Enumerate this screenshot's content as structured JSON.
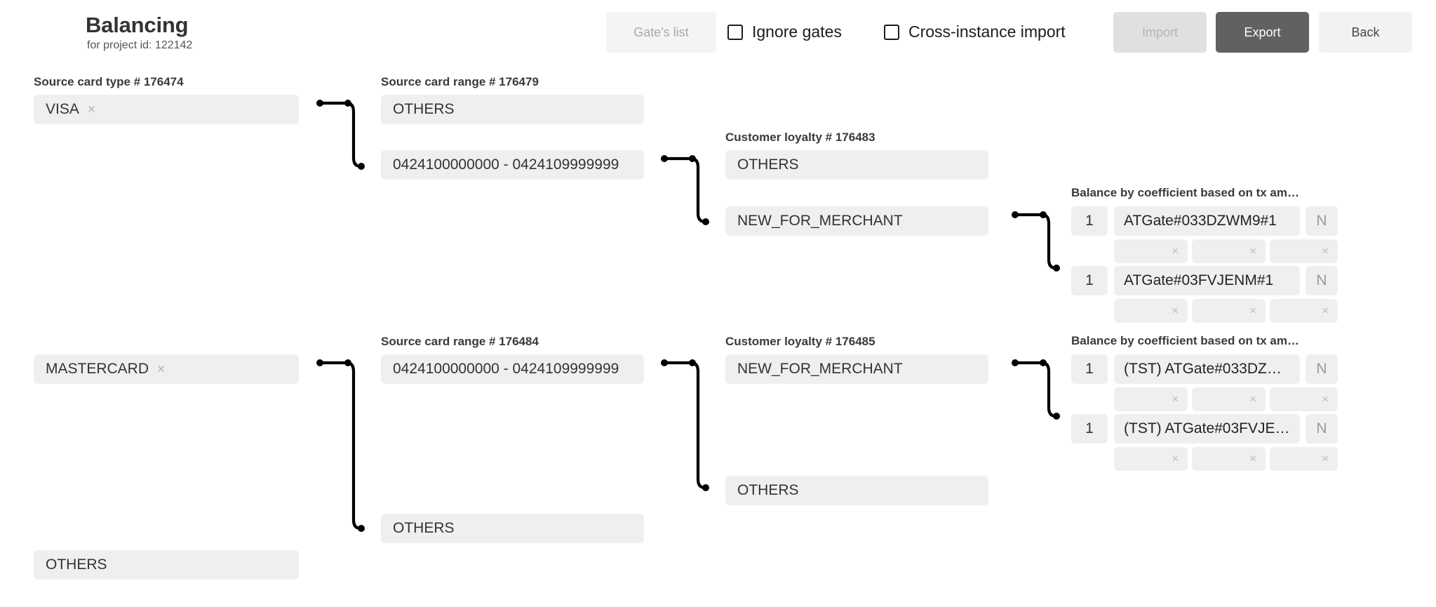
{
  "header": {
    "title": "Balancing",
    "subtitle": "for project id: 122142",
    "gates_list_label": "Gate's list",
    "ignore_gates_label": "Ignore gates",
    "cross_instance_label": "Cross-instance import",
    "import_label": "Import",
    "export_label": "Export",
    "back_label": "Back",
    "ignore_gates_checked": false,
    "cross_instance_checked": false,
    "accent_export_bg": "#616161",
    "field_bg": "#efefef"
  },
  "columns": {
    "card_type": {
      "label": "Source card type # 176474",
      "items": [
        {
          "value": "VISA",
          "remove": "×"
        },
        {
          "value": "MASTERCARD",
          "remove": "×"
        },
        {
          "value": "OTHERS",
          "remove": ""
        }
      ]
    },
    "card_range_1": {
      "label": "Source card range # 176479",
      "items": [
        {
          "value": "OTHERS"
        },
        {
          "value": "0424100000000 - 0424109999999"
        }
      ]
    },
    "card_range_2": {
      "label": "Source card range # 176484",
      "items": [
        {
          "value": "0424100000000 - 0424109999999"
        },
        {
          "value": "OTHERS"
        }
      ]
    },
    "loyalty_1": {
      "label": "Customer loyalty # 176483",
      "items": [
        {
          "value": "OTHERS"
        },
        {
          "value": "NEW_FOR_MERCHANT"
        }
      ]
    },
    "loyalty_2": {
      "label": "Customer loyalty # 176485",
      "items": [
        {
          "value": "NEW_FOR_MERCHANT"
        },
        {
          "value": "OTHERS"
        }
      ]
    },
    "balance_1": {
      "label": "Balance by coefficient based on tx am…",
      "gates": [
        {
          "coefficient": "1",
          "name": "ATGate#033DZWM9#1",
          "flag": "N",
          "sub": [
            "×",
            "×",
            "×"
          ]
        },
        {
          "coefficient": "1",
          "name": "ATGate#03FVJENM#1",
          "flag": "N",
          "sub": [
            "×",
            "×",
            "×"
          ]
        }
      ]
    },
    "balance_2": {
      "label": "Balance by coefficient based on tx am…",
      "gates": [
        {
          "coefficient": "1",
          "name": "(TST) ATGate#033DZ…",
          "flag": "N",
          "sub": [
            "×",
            "×",
            "×"
          ]
        },
        {
          "coefficient": "1",
          "name": "(TST) ATGate#03FVJE…",
          "flag": "N",
          "sub": [
            "×",
            "×",
            "×"
          ]
        }
      ]
    }
  }
}
